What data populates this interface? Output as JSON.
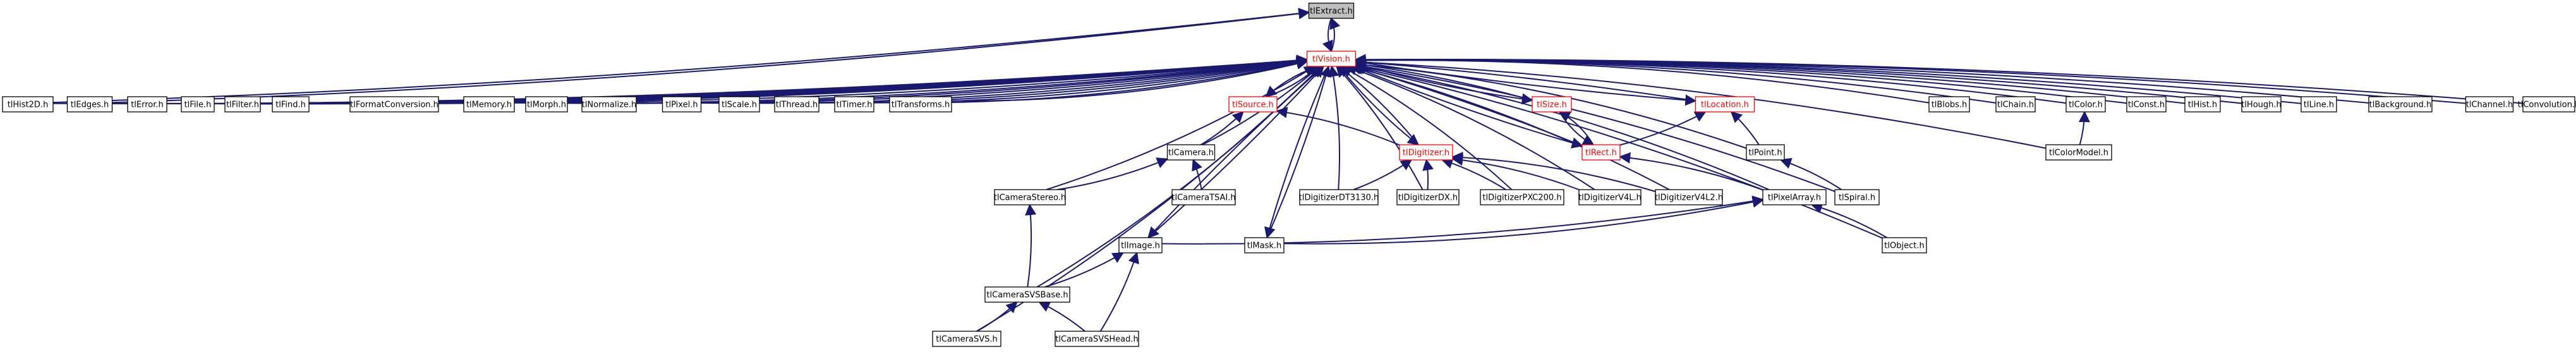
{
  "diagram": {
    "type": "include-dependency-graph",
    "colors": {
      "background": "#ffffff",
      "root_fill": "#bfbfbf",
      "node_border": "#000000",
      "highlight_border": "#ff0000",
      "edge": "#191970"
    },
    "nodes": [
      {
        "id": "tlExtract",
        "label": "tlExtract.h",
        "style": "root"
      },
      {
        "id": "tlVision",
        "label": "tlVision.h",
        "style": "red"
      },
      {
        "id": "tlHist2D",
        "label": "tlHist2D.h",
        "style": "plain"
      },
      {
        "id": "tlEdges",
        "label": "tlEdges.h",
        "style": "plain"
      },
      {
        "id": "tlError",
        "label": "tlError.h",
        "style": "plain"
      },
      {
        "id": "tlFile",
        "label": "tlFile.h",
        "style": "plain"
      },
      {
        "id": "tlFilter",
        "label": "tlFilter.h",
        "style": "plain"
      },
      {
        "id": "tlFind",
        "label": "tlFind.h",
        "style": "plain"
      },
      {
        "id": "tlFormatConversion",
        "label": "tlFormatConversion.h",
        "style": "plain"
      },
      {
        "id": "tlMemory",
        "label": "tlMemory.h",
        "style": "plain"
      },
      {
        "id": "tlMorph",
        "label": "tlMorph.h",
        "style": "plain"
      },
      {
        "id": "tlNormalize",
        "label": "tlNormalize.h",
        "style": "plain"
      },
      {
        "id": "tlPixel",
        "label": "tlPixel.h",
        "style": "plain"
      },
      {
        "id": "tlScale",
        "label": "tlScale.h",
        "style": "plain"
      },
      {
        "id": "tlThread",
        "label": "tlThread.h",
        "style": "plain"
      },
      {
        "id": "tlTimer",
        "label": "tlTimer.h",
        "style": "plain"
      },
      {
        "id": "tlTransforms",
        "label": "tlTransforms.h",
        "style": "plain"
      },
      {
        "id": "tlSource",
        "label": "tlSource.h",
        "style": "red"
      },
      {
        "id": "tlSize",
        "label": "tlSize.h",
        "style": "red"
      },
      {
        "id": "tlLocation",
        "label": "tlLocation.h",
        "style": "red"
      },
      {
        "id": "tlBlobs",
        "label": "tlBlobs.h",
        "style": "plain"
      },
      {
        "id": "tlChain",
        "label": "tlChain.h",
        "style": "plain"
      },
      {
        "id": "tlColor",
        "label": "tlColor.h",
        "style": "plain"
      },
      {
        "id": "tlConst",
        "label": "tlConst.h",
        "style": "plain"
      },
      {
        "id": "tlHist",
        "label": "tlHist.h",
        "style": "plain"
      },
      {
        "id": "tlHough",
        "label": "tlHough.h",
        "style": "plain"
      },
      {
        "id": "tlLine",
        "label": "tlLine.h",
        "style": "plain"
      },
      {
        "id": "tlBackground",
        "label": "tlBackground.h",
        "style": "plain"
      },
      {
        "id": "tlChannel",
        "label": "tlChannel.h",
        "style": "plain"
      },
      {
        "id": "tlConvolution",
        "label": "tlConvolution.h",
        "style": "plain"
      },
      {
        "id": "tlCamera",
        "label": "tlCamera.h",
        "style": "plain"
      },
      {
        "id": "tlDigitizer",
        "label": "tlDigitizer.h",
        "style": "red"
      },
      {
        "id": "tlRect",
        "label": "tlRect.h",
        "style": "red"
      },
      {
        "id": "tlPoint",
        "label": "tlPoint.h",
        "style": "plain"
      },
      {
        "id": "tlColorModel",
        "label": "tlColorModel.h",
        "style": "plain"
      },
      {
        "id": "tlCameraTSAI",
        "label": "tlCameraTSAI.h",
        "style": "plain"
      },
      {
        "id": "tlCameraStereo",
        "label": "tlCameraStereo.h",
        "style": "plain"
      },
      {
        "id": "tlDigitizerDT3130",
        "label": "tlDigitizerDT3130.h",
        "style": "plain"
      },
      {
        "id": "tlDigitizerDX",
        "label": "tlDigitizerDX.h",
        "style": "plain"
      },
      {
        "id": "tlDigitizerPXC200",
        "label": "tlDigitizerPXC200.h",
        "style": "plain"
      },
      {
        "id": "tlDigitizerV4L",
        "label": "tlDigitizerV4L.h",
        "style": "plain"
      },
      {
        "id": "tlDigitizerV4L2",
        "label": "tlDigitizerV4L2.h",
        "style": "plain"
      },
      {
        "id": "tlPixelArray",
        "label": "tlPixelArray.h",
        "style": "plain"
      },
      {
        "id": "tlSpiral",
        "label": "tlSpiral.h",
        "style": "plain"
      },
      {
        "id": "tlImage",
        "label": "tlImage.h",
        "style": "plain"
      },
      {
        "id": "tlMask",
        "label": "tlMask.h",
        "style": "plain"
      },
      {
        "id": "tlObject",
        "label": "tlObject.h",
        "style": "plain"
      },
      {
        "id": "tlCameraSVSBase",
        "label": "tlCameraSVSBase.h",
        "style": "plain"
      },
      {
        "id": "tlCameraSVS",
        "label": "tlCameraSVS.h",
        "style": "plain"
      },
      {
        "id": "tlCameraSVSHead",
        "label": "tlCameraSVSHead.h",
        "style": "plain"
      }
    ],
    "edges": [
      [
        "tlVision",
        "tlExtract"
      ],
      [
        "tlHist2D",
        "tlExtract"
      ],
      [
        "tlEdges",
        "tlExtract"
      ],
      [
        "tlExtract",
        "tlVision"
      ],
      [
        "tlHist2D",
        "tlVision"
      ],
      [
        "tlEdges",
        "tlVision"
      ],
      [
        "tlError",
        "tlVision"
      ],
      [
        "tlFile",
        "tlVision"
      ],
      [
        "tlFilter",
        "tlVision"
      ],
      [
        "tlFind",
        "tlVision"
      ],
      [
        "tlFormatConversion",
        "tlVision"
      ],
      [
        "tlMemory",
        "tlVision"
      ],
      [
        "tlMorph",
        "tlVision"
      ],
      [
        "tlNormalize",
        "tlVision"
      ],
      [
        "tlPixel",
        "tlVision"
      ],
      [
        "tlScale",
        "tlVision"
      ],
      [
        "tlThread",
        "tlVision"
      ],
      [
        "tlTimer",
        "tlVision"
      ],
      [
        "tlTransforms",
        "tlVision"
      ],
      [
        "tlSource",
        "tlVision"
      ],
      [
        "tlSize",
        "tlVision"
      ],
      [
        "tlLocation",
        "tlVision"
      ],
      [
        "tlBlobs",
        "tlVision"
      ],
      [
        "tlChain",
        "tlVision"
      ],
      [
        "tlColor",
        "tlVision"
      ],
      [
        "tlConst",
        "tlVision"
      ],
      [
        "tlHist",
        "tlVision"
      ],
      [
        "tlHough",
        "tlVision"
      ],
      [
        "tlLine",
        "tlVision"
      ],
      [
        "tlBackground",
        "tlVision"
      ],
      [
        "tlChannel",
        "tlVision"
      ],
      [
        "tlConvolution",
        "tlVision"
      ],
      [
        "tlCamera",
        "tlVision"
      ],
      [
        "tlDigitizer",
        "tlVision"
      ],
      [
        "tlRect",
        "tlVision"
      ],
      [
        "tlPoint",
        "tlVision"
      ],
      [
        "tlColorModel",
        "tlVision"
      ],
      [
        "tlDigitizerDT3130",
        "tlVision"
      ],
      [
        "tlDigitizerDX",
        "tlVision"
      ],
      [
        "tlDigitizerPXC200",
        "tlVision"
      ],
      [
        "tlDigitizerV4L",
        "tlVision"
      ],
      [
        "tlDigitizerV4L2",
        "tlVision"
      ],
      [
        "tlPixelArray",
        "tlVision"
      ],
      [
        "tlSpiral",
        "tlVision"
      ],
      [
        "tlImage",
        "tlVision"
      ],
      [
        "tlMask",
        "tlVision"
      ],
      [
        "tlObject",
        "tlVision"
      ],
      [
        "tlCameraStereo",
        "tlVision"
      ],
      [
        "tlCameraSVSBase",
        "tlVision"
      ],
      [
        "tlCameraSVS",
        "tlVision"
      ],
      [
        "tlVision",
        "tlSource"
      ],
      [
        "tlVision",
        "tlSize"
      ],
      [
        "tlVision",
        "tlLocation"
      ],
      [
        "tlVision",
        "tlDigitizer"
      ],
      [
        "tlVision",
        "tlRect"
      ],
      [
        "tlVision",
        "tlImage"
      ],
      [
        "tlVision",
        "tlMask"
      ],
      [
        "tlCamera",
        "tlSource"
      ],
      [
        "tlDigitizer",
        "tlSource"
      ],
      [
        "tlCameraTSAI",
        "tlCamera"
      ],
      [
        "tlCameraStereo",
        "tlCamera"
      ],
      [
        "tlDigitizerDT3130",
        "tlDigitizer"
      ],
      [
        "tlDigitizerDX",
        "tlDigitizer"
      ],
      [
        "tlDigitizerPXC200",
        "tlDigitizer"
      ],
      [
        "tlDigitizerV4L",
        "tlDigitizer"
      ],
      [
        "tlDigitizerV4L2",
        "tlDigitizer"
      ],
      [
        "tlRect",
        "tlSize"
      ],
      [
        "tlSize",
        "tlRect"
      ],
      [
        "tlRect",
        "tlLocation"
      ],
      [
        "tlPoint",
        "tlLocation"
      ],
      [
        "tlColorModel",
        "tlColor"
      ],
      [
        "tlSpiral",
        "tlPoint"
      ],
      [
        "tlPixelArray",
        "tlRect"
      ],
      [
        "tlImage",
        "tlPixelArray"
      ],
      [
        "tlMask",
        "tlPixelArray"
      ],
      [
        "tlObject",
        "tlPixelArray"
      ],
      [
        "tlCameraSVSBase",
        "tlCameraStereo"
      ],
      [
        "tlCameraSVSBase",
        "tlImage"
      ],
      [
        "tlCameraSVS",
        "tlCameraSVSBase"
      ],
      [
        "tlCameraSVSHead",
        "tlCameraSVSBase"
      ],
      [
        "tlCameraSVSHead",
        "tlImage"
      ]
    ]
  }
}
